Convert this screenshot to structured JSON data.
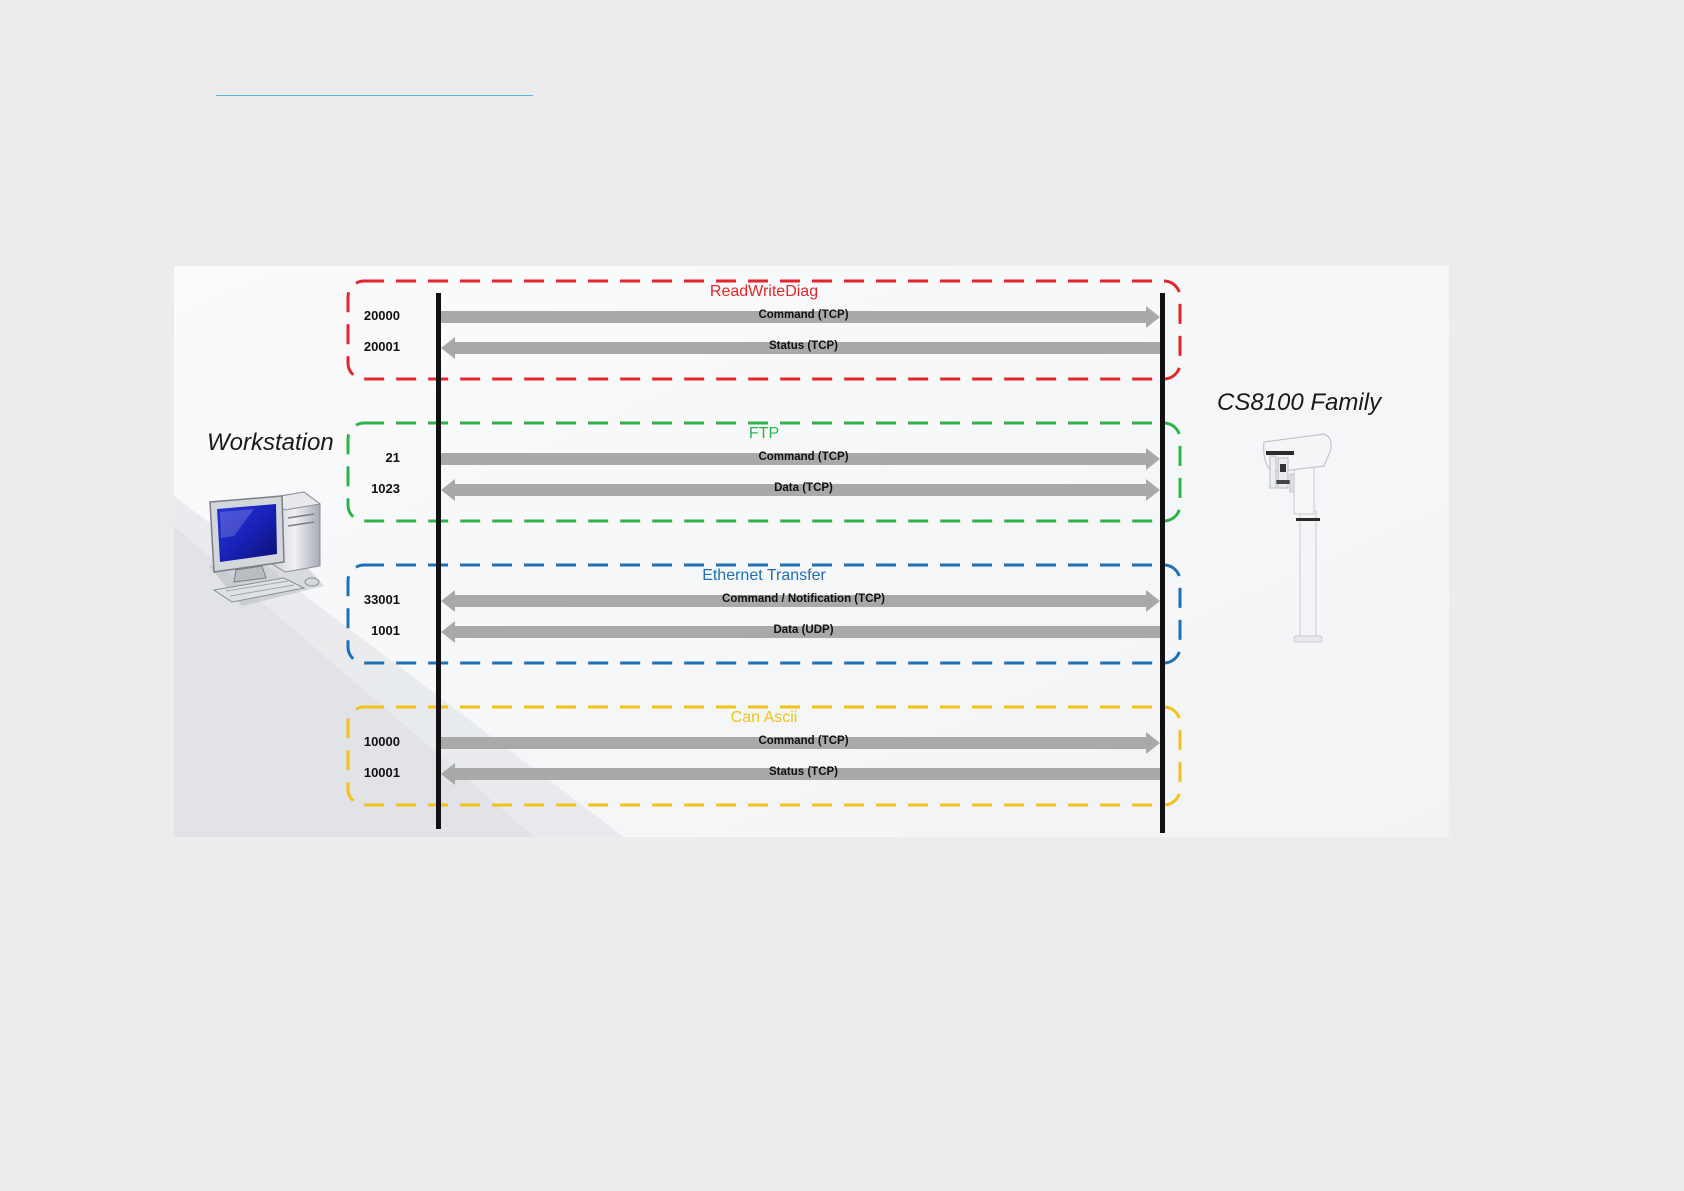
{
  "nodes": {
    "workstation": "Workstation",
    "device": "CS8100 Family"
  },
  "groups": [
    {
      "title": "ReadWriteDiag",
      "color": "#e3262b",
      "flows": [
        {
          "port": "20000",
          "label": "Command (TCP)",
          "direction": "to-device"
        },
        {
          "port": "20001",
          "label": "Status (TCP)",
          "direction": "to-workstation"
        }
      ]
    },
    {
      "title": "FTP",
      "color": "#2db34a",
      "flows": [
        {
          "port": "21",
          "label": "Command (TCP)",
          "direction": "to-device"
        },
        {
          "port": "1023",
          "label": "Data (TCP)",
          "direction": "both"
        }
      ]
    },
    {
      "title": "Ethernet Transfer",
      "color": "#1f6fb5",
      "flows": [
        {
          "port": "33001",
          "label": "Command / Notification (TCP)",
          "direction": "both"
        },
        {
          "port": "1001",
          "label": "Data (UDP)",
          "direction": "to-workstation"
        }
      ]
    },
    {
      "title": "Can Ascii",
      "color": "#f2c21b",
      "flows": [
        {
          "port": "10000",
          "label": "Command (TCP)",
          "direction": "to-device"
        },
        {
          "port": "10001",
          "label": "Status (TCP)",
          "direction": "to-workstation"
        }
      ]
    }
  ]
}
